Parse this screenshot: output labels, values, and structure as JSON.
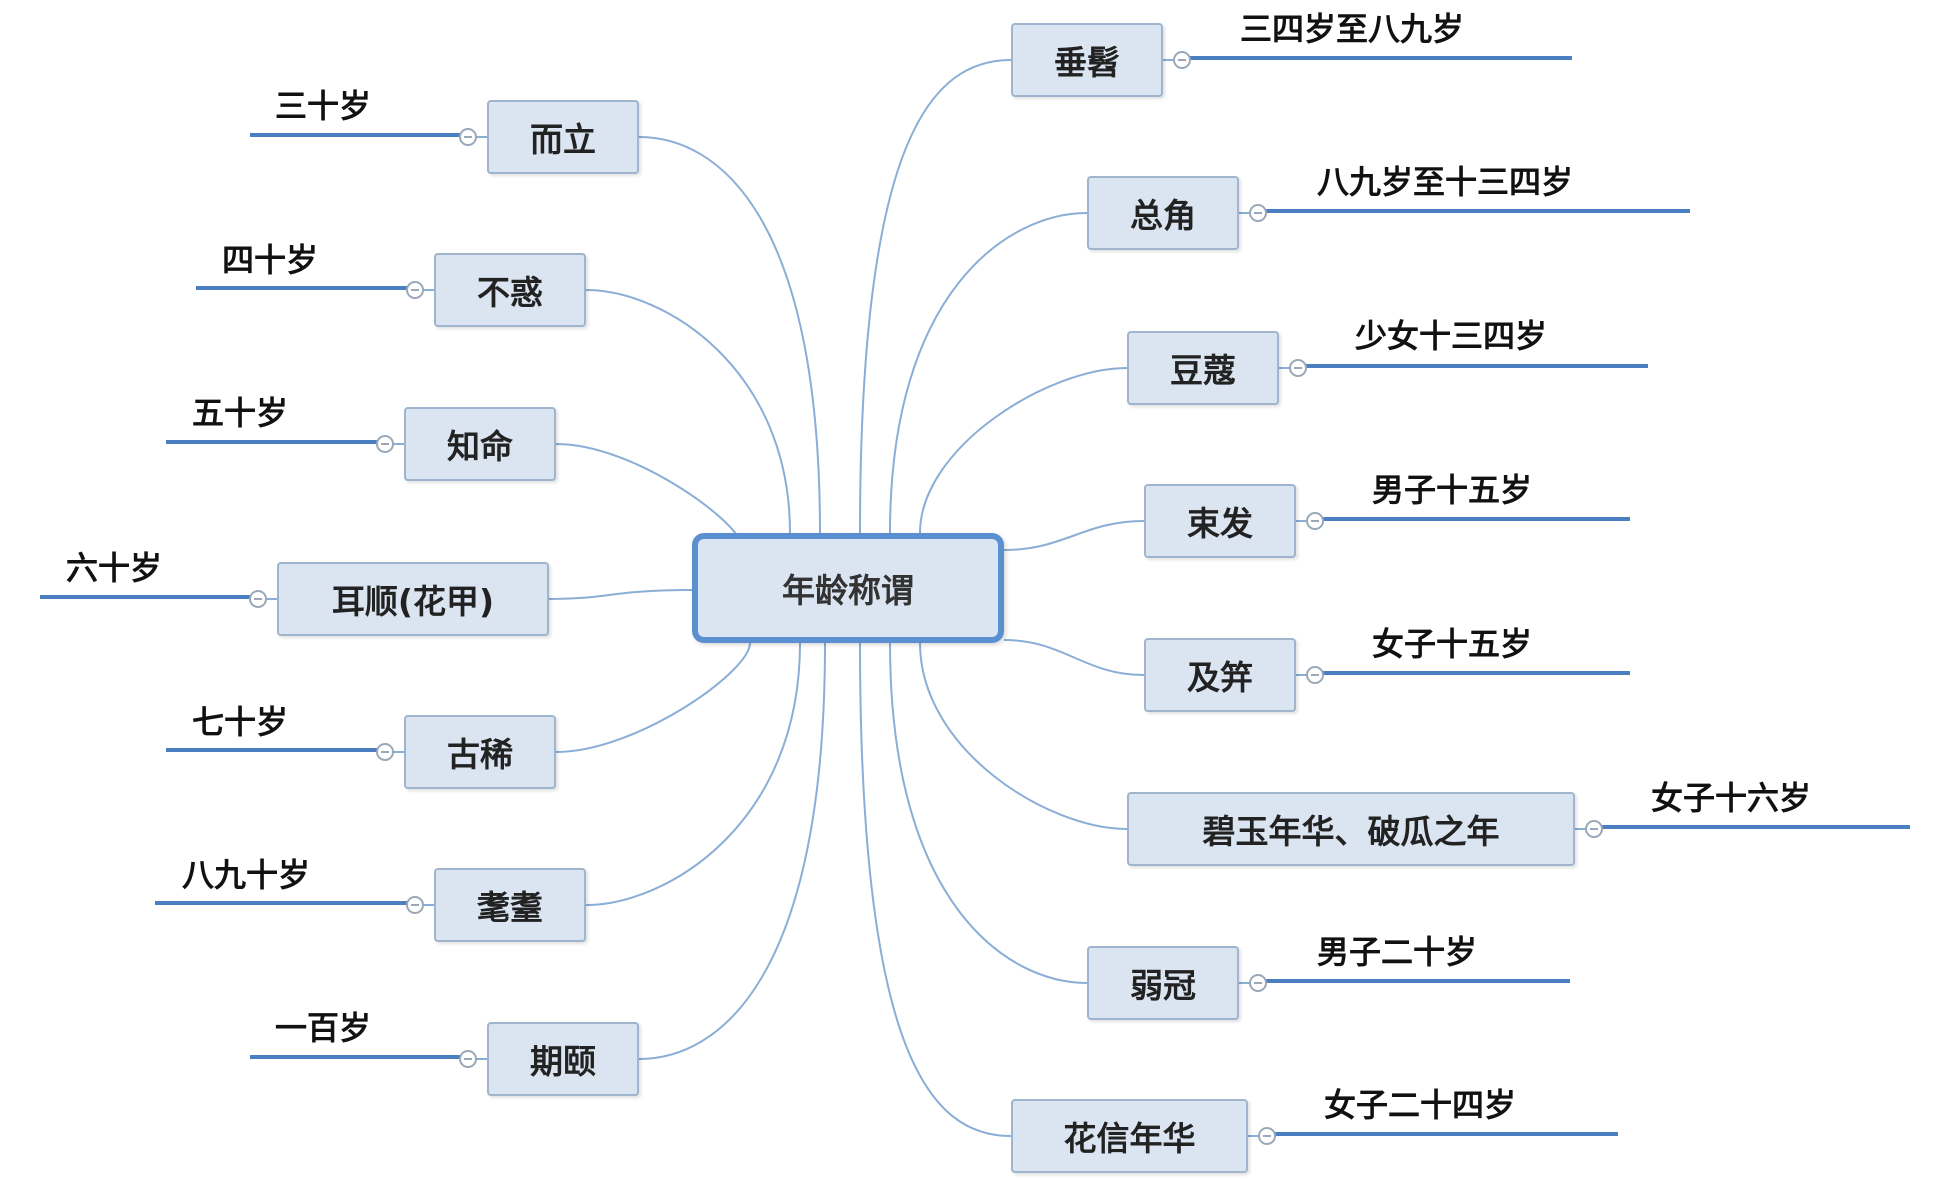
{
  "center": {
    "label": "年龄称谓"
  },
  "left": [
    {
      "term": "而立",
      "age": "三十岁"
    },
    {
      "term": "不惑",
      "age": "四十岁"
    },
    {
      "term": "知命",
      "age": "五十岁"
    },
    {
      "term": "耳顺(花甲)",
      "age": "六十岁"
    },
    {
      "term": "古稀",
      "age": "七十岁"
    },
    {
      "term": "耄耋",
      "age": "八九十岁"
    },
    {
      "term": "期颐",
      "age": "一百岁"
    }
  ],
  "right": [
    {
      "term": "垂髫",
      "age": "三四岁至八九岁"
    },
    {
      "term": "总角",
      "age": "八九岁至十三四岁"
    },
    {
      "term": "豆蔻",
      "age": "少女十三四岁"
    },
    {
      "term": "束发",
      "age": "男子十五岁"
    },
    {
      "term": "及笄",
      "age": "女子十五岁"
    },
    {
      "term": "碧玉年华、破瓜之年",
      "age": "女子十六岁"
    },
    {
      "term": "弱冠",
      "age": "男子二十岁"
    },
    {
      "term": "花信年华",
      "age": "女子二十四岁"
    }
  ],
  "colors": {
    "node_fill": "#dbe5f2",
    "node_border": "#9fb5cd",
    "center_border": "#5a8fd0",
    "connector": "#8aaed6",
    "underline": "#4a7fc1"
  }
}
